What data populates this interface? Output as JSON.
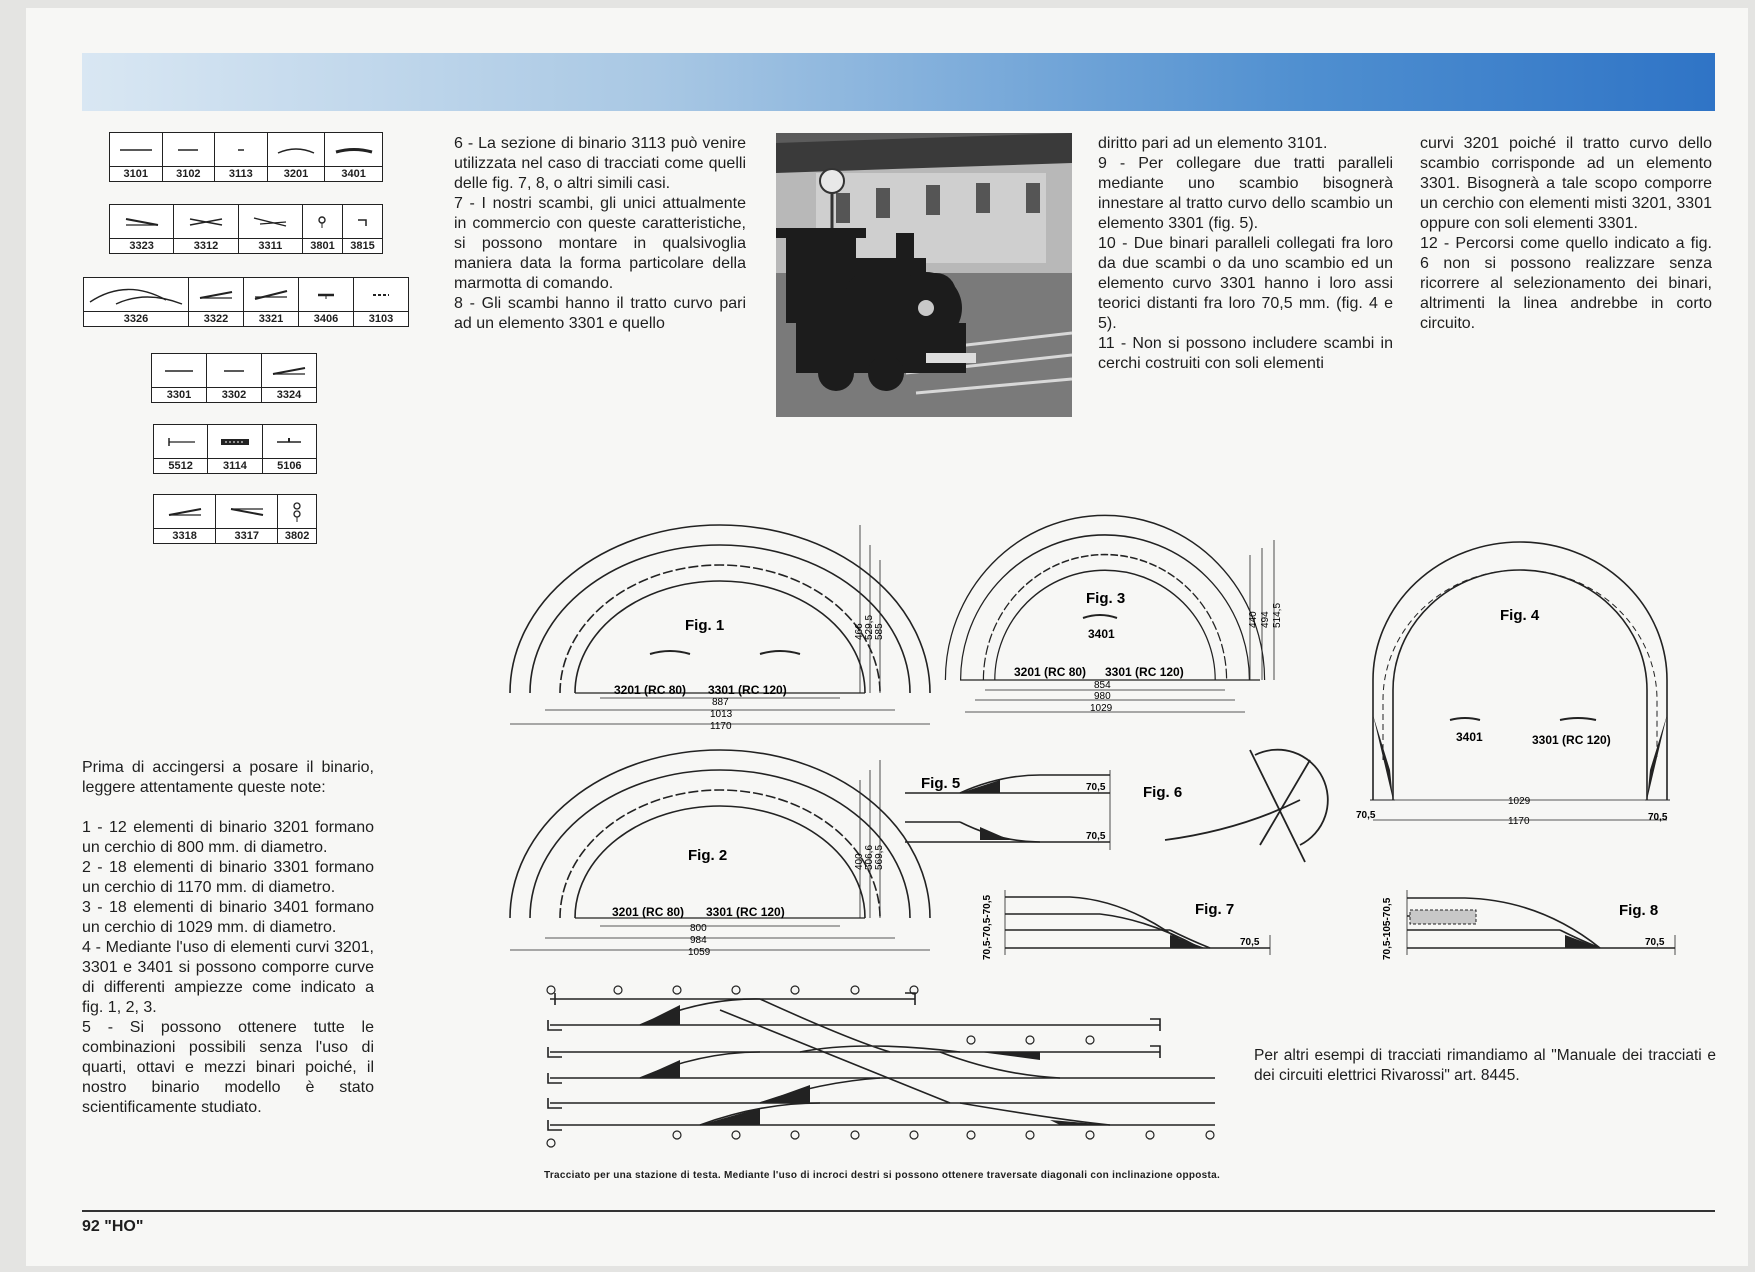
{
  "tables": [
    {
      "codes": [
        "3101",
        "3102",
        "3113",
        "3201",
        "3401"
      ]
    },
    {
      "codes": [
        "3323",
        "3312",
        "3311",
        "3801",
        "3815"
      ]
    },
    {
      "codes": [
        "3326",
        "3322",
        "3321",
        "3406",
        "3103"
      ]
    },
    {
      "codes": [
        "3301",
        "3302",
        "3324"
      ]
    },
    {
      "codes": [
        "5512",
        "3114",
        "5106"
      ]
    },
    {
      "codes": [
        "3318",
        "3317",
        "3802"
      ]
    }
  ],
  "intro": {
    "lead": "Prima di accingersi a posare il binario, leggere attentamente queste note:",
    "notes": [
      "1 - 12 elementi di binario 3201 formano un cerchio di 800 mm. di diametro.",
      "2 - 18 elementi di binario 3301 formano un cerchio di 1170 mm. di diametro.",
      "3 - 18 elementi di binario 3401 formano un cerchio di 1029 mm. di diametro.",
      "4 - Mediante l'uso di elementi curvi 3201, 3301 e 3401 si possono comporre curve di differenti ampiezze come indicato a fig. 1, 2, 3.",
      "5 - Si possono ottenere tutte le combinazioni possibili senza l'uso di quarti, ottavi e mezzi binari poiché, il nostro binario modello è stato scientificamente studiato."
    ]
  },
  "col2": [
    "6 - La sezione di binario 3113 può venire utilizzata nel caso di tracciati come quelli delle fig. 7, 8, o altri simili casi.",
    "7 - I nostri scambi, gli unici attualmente in commercio con queste caratteristiche, si possono montare in qualsivoglia maniera data la forma particolare della marmotta di comando.",
    "8 - Gli scambi hanno il tratto curvo pari ad un elemento 3301 e quello"
  ],
  "col3": [
    "diritto pari ad un elemento 3101.",
    "9 - Per collegare due tratti paralleli mediante uno scambio bisognerà innestare al tratto curvo dello scambio un elemento 3301 (fig. 5).",
    "10 - Due binari paralleli collegati fra loro da due scambi o da uno scambio ed un elemento curvo 3301 hanno i loro assi teorici distanti fra loro 70,5 mm. (fig. 4 e 5).",
    "11 - Non si possono includere scambi in cerchi costruiti con soli elementi"
  ],
  "col4": [
    "curvi 3201 poiché il tratto curvo dello scambio corrisponde ad un elemento 3301. Bisognerà a tale scopo comporre un cerchio con elementi misti 3201, 3301 oppure con soli elementi 3301.",
    "12 - Percorsi come quello indicato a fig. 6 non si possono realizzare senza ricorrere al selezionamento dei binari, altrimenti la linea andrebbe in corto circuito."
  ],
  "refer": "Per altri esempi di tracciati rimandiamo al \"Manuale dei tracciati e dei circuiti elettrici Rivarossi\" art. 8445.",
  "caption": "Tracciato per una stazione di testa. Mediante l'uso di incroci destri si possono ottenere traversate diagonali con inclinazione opposta.",
  "page_number": "92 \"HO\"",
  "figures": {
    "fig1": {
      "title": "Fig. 1",
      "label_a": "3201 (RC 80)",
      "label_b": "3301 (RC 120)",
      "w1": "887",
      "w2": "1013",
      "w3": "1170",
      "h1": "466",
      "h2": "529,5",
      "h3": "585"
    },
    "fig2": {
      "title": "Fig. 2",
      "label_a": "3201 (RC 80)",
      "label_b": "3301 (RC 120)",
      "w1": "800",
      "w2": "984",
      "w3": "1059",
      "h1": "400",
      "h2": "506,6",
      "h3": "569,5"
    },
    "fig3": {
      "title": "Fig. 3",
      "top_label": "3401",
      "label_a": "3201 (RC 80)",
      "label_b": "3301 (RC 120)",
      "w1": "854",
      "w2": "980",
      "w3": "1029",
      "h1": "440",
      "h2": "494",
      "h3": "514,5"
    },
    "fig4": {
      "title": "Fig. 4",
      "label_a": "3401",
      "label_b": "3301 (RC 120)",
      "w1": "1029",
      "w2": "1170",
      "side": "70,5"
    },
    "fig5": {
      "title": "Fig. 5",
      "dim": "70,5"
    },
    "fig6": {
      "title": "Fig. 6"
    },
    "fig7": {
      "title": "Fig. 7",
      "dim": "70,5",
      "vert": "70,5-70,5-70,5"
    },
    "fig8": {
      "title": "Fig. 8",
      "dim": "70,5",
      "vert": "70,5-105-70,5"
    }
  }
}
